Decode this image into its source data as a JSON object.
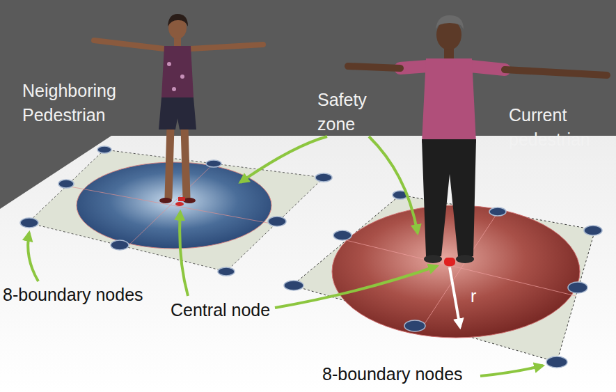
{
  "diagram": {
    "labels": [
      "Neighboring Pedestrian",
      "Safety zone",
      "Current pedestrian",
      "8-boundary nodes",
      "Central node",
      "8-boundary nodes",
      "r"
    ]
  }
}
